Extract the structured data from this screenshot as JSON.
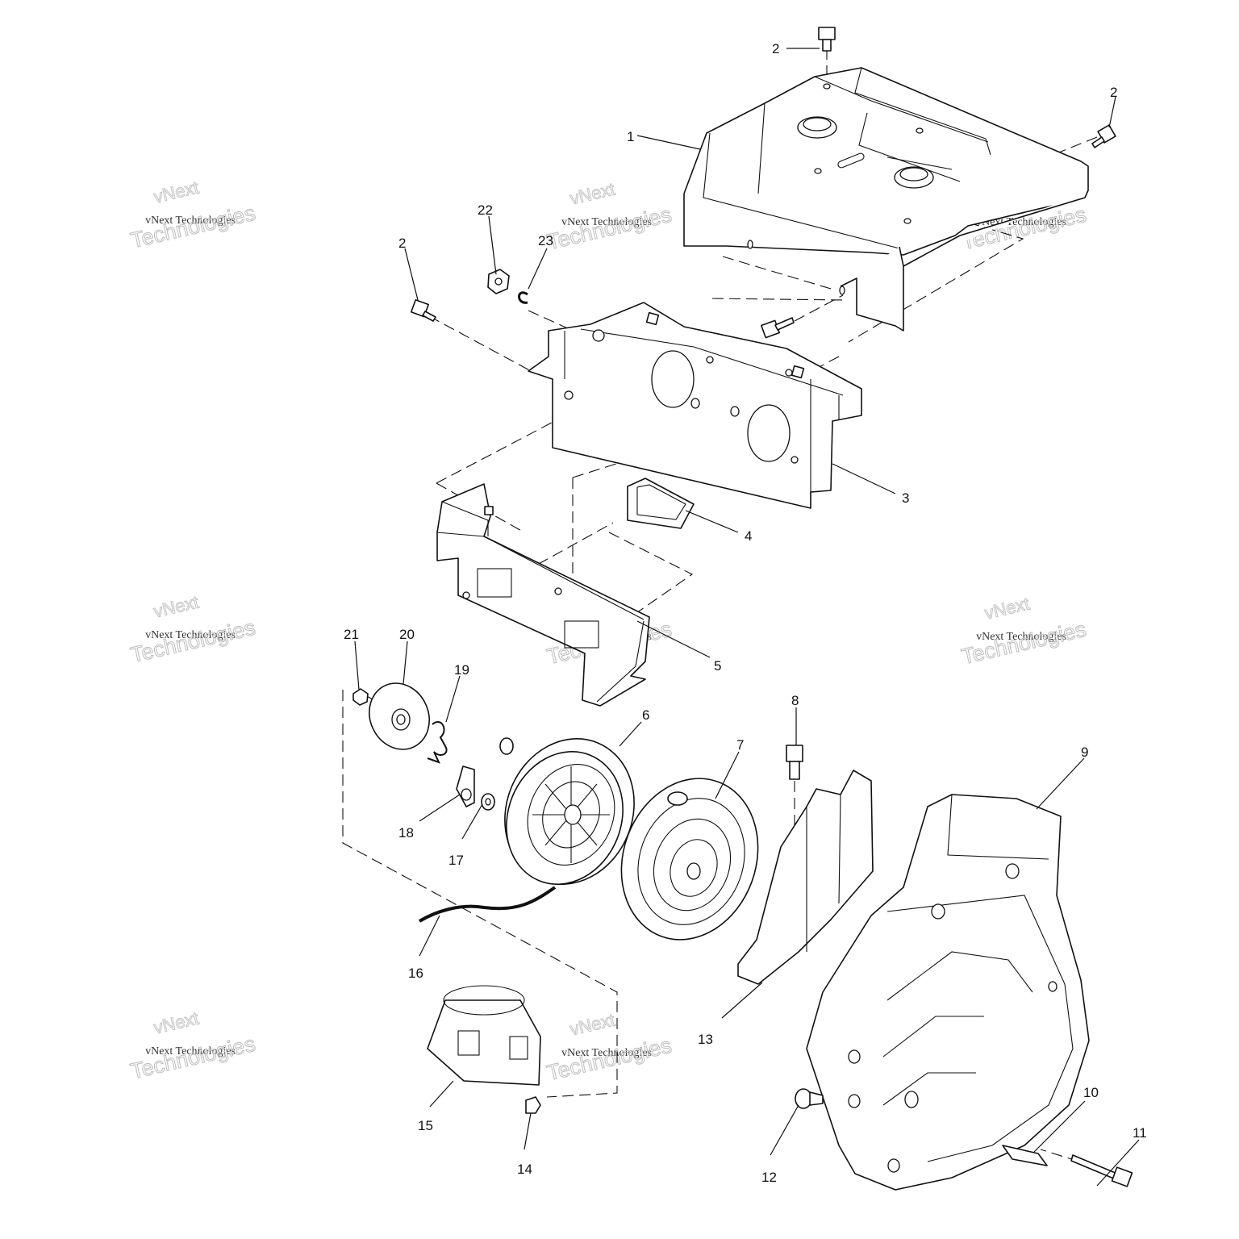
{
  "callouts": {
    "c1": "1",
    "c2a": "2",
    "c2b": "2",
    "c2c": "2",
    "c3": "3",
    "c4": "4",
    "c5": "5",
    "c6": "6",
    "c7": "7",
    "c8": "8",
    "c9": "9",
    "c10": "10",
    "c11": "11",
    "c12": "12",
    "c13": "13",
    "c14": "14",
    "c15": "15",
    "c16": "16",
    "c17": "17",
    "c18": "18",
    "c19": "19",
    "c20": "20",
    "c21": "21",
    "c22": "22",
    "c23": "23"
  },
  "watermark": {
    "brand": "vNext",
    "line": "vNext Technologies",
    "word": "Technologies"
  }
}
